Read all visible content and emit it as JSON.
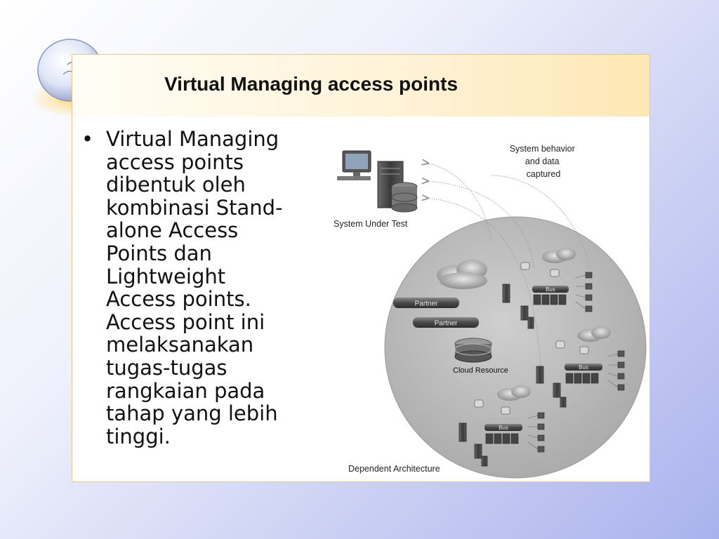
{
  "slide": {
    "title": "Virtual Managing access points",
    "bullet_lines": [
      "Virtual Managing",
      "access points",
      "dibentuk oleh",
      "kombinasi Stand-",
      "alone Access",
      "Points dan",
      "Lightweight",
      "Access points.",
      "Access point ini",
      "melaksanakan",
      "tugas-tugas",
      "rangkaian pada",
      "tahap yang lebih",
      "tinggi."
    ]
  },
  "diagram": {
    "system_label": "System Under Test",
    "captured_label": [
      "System behavior",
      "and data",
      "captured"
    ],
    "partner_1": "Partner",
    "partner_2": "Partner",
    "cloud_label": "Cloud Resource",
    "bus_1": "Bus",
    "bus_2": "Bus",
    "bus_3": "Bus",
    "architecture_label": "Dependent Architecture"
  },
  "colors": {
    "title_text": "#111111",
    "frame_border": "#e6c98a",
    "title_bar": "#fde7b4",
    "circle_fill": "#b9b9b9"
  }
}
